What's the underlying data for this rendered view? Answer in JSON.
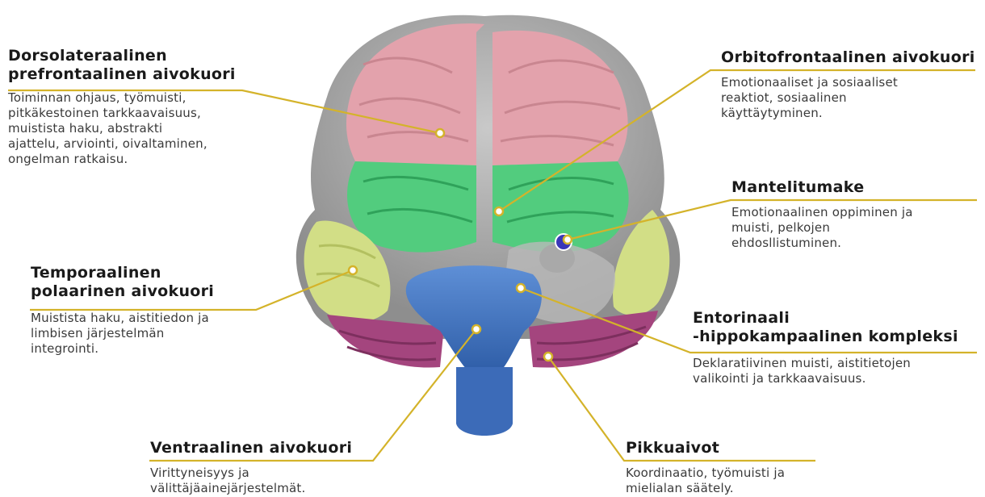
{
  "colors": {
    "leader": "#d4b32a",
    "prefrontal": "#e3a2ac",
    "orbitofrontal": "#52cc7e",
    "temporal_pole": "#d2de86",
    "ventral": "#4b7ec8",
    "cerebellum": "#a4457e",
    "amygdala": "#3a37b8"
  },
  "regions": [
    {
      "id": "dlpfc",
      "title_lines": [
        "Dorsolateraalinen",
        "prefrontaalinen aivokuori"
      ],
      "description_lines": [
        "Toiminnan ohjaus, työmuisti,",
        "pitkäkestoinen tarkkaavaisuus,",
        "muistista haku, abstrakti",
        "ajattelu, arviointi, oivaltaminen,",
        "ongelman ratkaisu."
      ]
    },
    {
      "id": "ofc",
      "title_lines": [
        "Orbitofrontaalinen aivokuori"
      ],
      "description_lines": [
        "Emotionaaliset ja sosiaaliset",
        "reaktiot, sosiaalinen",
        "käyttäytyminen."
      ]
    },
    {
      "id": "amygdala",
      "title_lines": [
        "Mantelitumake"
      ],
      "description_lines": [
        "Emotionaalinen oppiminen ja",
        "muisti, pelkojen",
        "ehdosllistuminen."
      ]
    },
    {
      "id": "temporal",
      "title_lines": [
        "Temporaalinen",
        "polaarinen aivokuori"
      ],
      "description_lines": [
        "Muistista haku, aistitiedon ja",
        "limbisen järjestelmän",
        "integrointi."
      ]
    },
    {
      "id": "entorhinal",
      "title_lines": [
        "Entorinaali",
        "-hippokampaalinen kompleksi"
      ],
      "description_lines": [
        "Deklaratiivinen muisti, aistitietojen",
        "valikointi ja tarkkaavaisuus."
      ]
    },
    {
      "id": "ventral",
      "title_lines": [
        "Ventraalinen aivokuori"
      ],
      "description_lines": [
        "Virittyneisyys ja",
        "välittäjäainejärjestelmät."
      ]
    },
    {
      "id": "cerebellum",
      "title_lines": [
        "Pikkuaivot"
      ],
      "description_lines": [
        "Koordinaatio, työmuisti ja",
        "mielialan säätely."
      ]
    }
  ]
}
